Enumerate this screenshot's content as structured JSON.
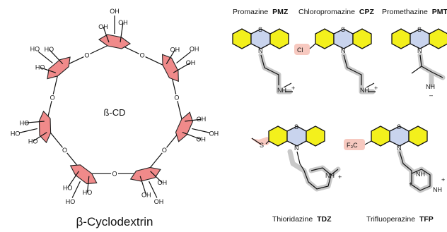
{
  "left": {
    "center_label": "ß-CD",
    "caption": "β-Cyclodextrin",
    "hydroxyl": "OH",
    "hydroxyl_left": "HO",
    "ring_oxygen": "O"
  },
  "molecules": [
    {
      "name": "Promazine",
      "abbr": "PMZ"
    },
    {
      "name": "Chloropromazine",
      "abbr": "CPZ"
    },
    {
      "name": "Promethazine",
      "abbr": "PMT"
    },
    {
      "name": "Thioridazine",
      "abbr": "TDZ"
    },
    {
      "name": "Trifluoperazine",
      "abbr": "TFP"
    }
  ],
  "atoms": {
    "sulfur": "S",
    "nitrogen": "N",
    "protonated_n": "NH",
    "chlorine": "Cl",
    "trifluoromethyl": "F₃C",
    "plus": "+",
    "charge_mark": "–"
  }
}
